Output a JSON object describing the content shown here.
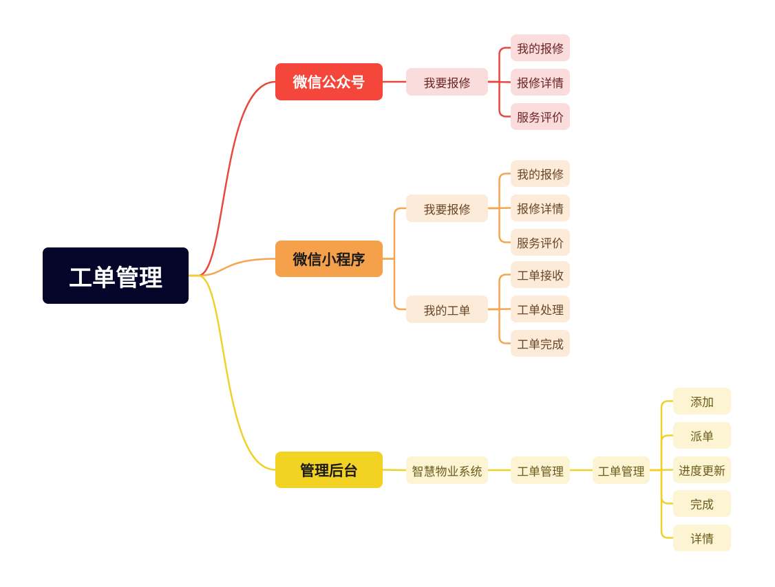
{
  "root": {
    "label": "工单管理"
  },
  "colors": {
    "root": "#05052a",
    "red": "#e8473c",
    "orange": "#f5a550",
    "yellow": "#f0d12a"
  },
  "branches": [
    {
      "label": "微信公众号",
      "children": [
        {
          "label": "我要报修",
          "children": [
            "我的报修",
            "报修详情",
            "服务评价"
          ]
        }
      ]
    },
    {
      "label": "微信小程序",
      "children": [
        {
          "label": "我要报修",
          "children": [
            "我的报修",
            "报修详情",
            "服务评价"
          ]
        },
        {
          "label": "我的工单",
          "children": [
            "工单接收",
            "工单处理",
            "工单完成"
          ]
        }
      ]
    },
    {
      "label": "管理后台",
      "children": [
        {
          "label": "智慧物业系统",
          "children": [
            {
              "label": "工单管理",
              "children": [
                {
                  "label": "工单管理",
                  "children": [
                    "添加",
                    "派单",
                    "进度更新",
                    "完成",
                    "详情"
                  ]
                }
              ]
            }
          ]
        }
      ]
    }
  ]
}
